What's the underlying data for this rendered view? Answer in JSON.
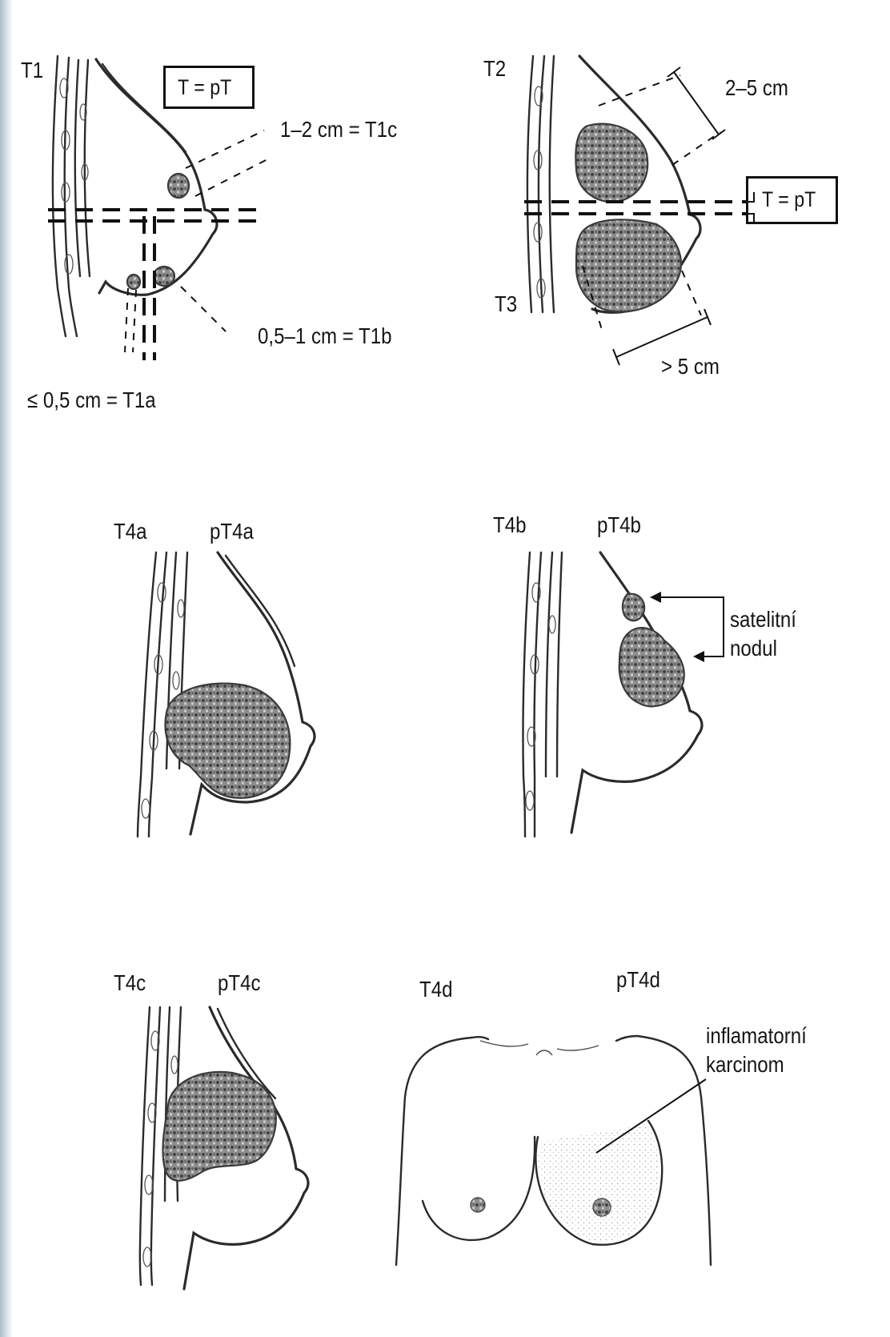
{
  "panel_t1": {
    "tag": "T1",
    "box": "T = pT",
    "size_c": "1–2 cm = T1c",
    "size_b": "0,5–1 cm = T1b",
    "size_a": "≤ 0,5 cm = T1a"
  },
  "panel_t2_t3": {
    "tag_t2": "T2",
    "size_t2": "2–5 cm",
    "box": "T = pT",
    "tag_t3": "T3",
    "size_t3": "> 5 cm"
  },
  "panel_t4a": {
    "tag": "T4a",
    "ptag": "pT4a"
  },
  "panel_t4b": {
    "tag": "T4b",
    "ptag": "pT4b",
    "annotation_line1": "satelitní",
    "annotation_line2": "nodul"
  },
  "panel_t4c": {
    "tag": "T4c",
    "ptag": "pT4c"
  },
  "panel_t4d": {
    "tag": "T4d",
    "ptag": "pT4d",
    "annotation_line1": "inflamatorní",
    "annotation_line2": "karcinom"
  }
}
